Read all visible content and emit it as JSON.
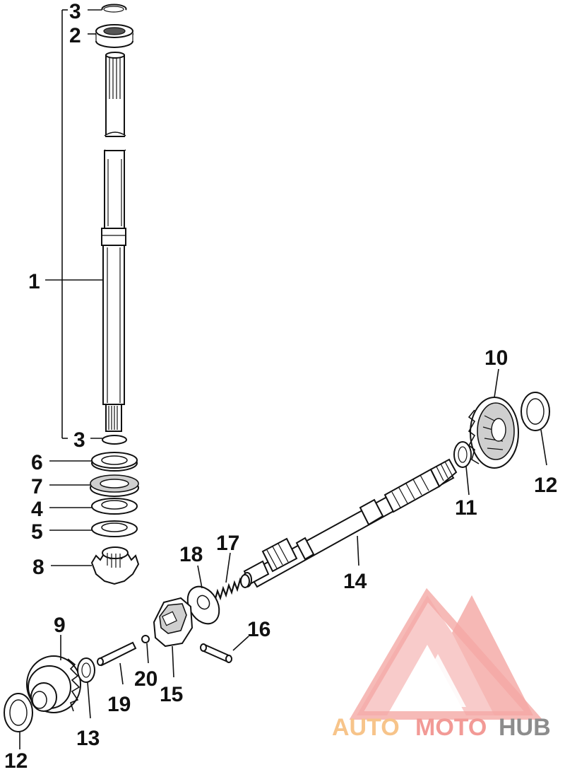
{
  "diagram": {
    "callouts": [
      {
        "id": "c3a",
        "label": "3"
      },
      {
        "id": "c2",
        "label": "2"
      },
      {
        "id": "c1",
        "label": "1"
      },
      {
        "id": "c3b",
        "label": "3"
      },
      {
        "id": "c6",
        "label": "6"
      },
      {
        "id": "c7",
        "label": "7"
      },
      {
        "id": "c4",
        "label": "4"
      },
      {
        "id": "c5",
        "label": "5"
      },
      {
        "id": "c8",
        "label": "8"
      },
      {
        "id": "c9",
        "label": "9"
      },
      {
        "id": "c10",
        "label": "10"
      },
      {
        "id": "c11",
        "label": "11"
      },
      {
        "id": "c12a",
        "label": "12"
      },
      {
        "id": "c12b",
        "label": "12"
      },
      {
        "id": "c13",
        "label": "13"
      },
      {
        "id": "c14",
        "label": "14"
      },
      {
        "id": "c15",
        "label": "15"
      },
      {
        "id": "c16",
        "label": "16"
      },
      {
        "id": "c17",
        "label": "17"
      },
      {
        "id": "c18",
        "label": "18"
      },
      {
        "id": "c19",
        "label": "19"
      },
      {
        "id": "c20",
        "label": "20"
      }
    ]
  },
  "watermark": {
    "part1": "AUTO",
    "part2": "MOTO",
    "part3": "HUB",
    "colors": {
      "logo": "#f29a96",
      "auto": "#f7c48a",
      "moto": "#f29a96",
      "hub": "#8c8c8c"
    }
  }
}
